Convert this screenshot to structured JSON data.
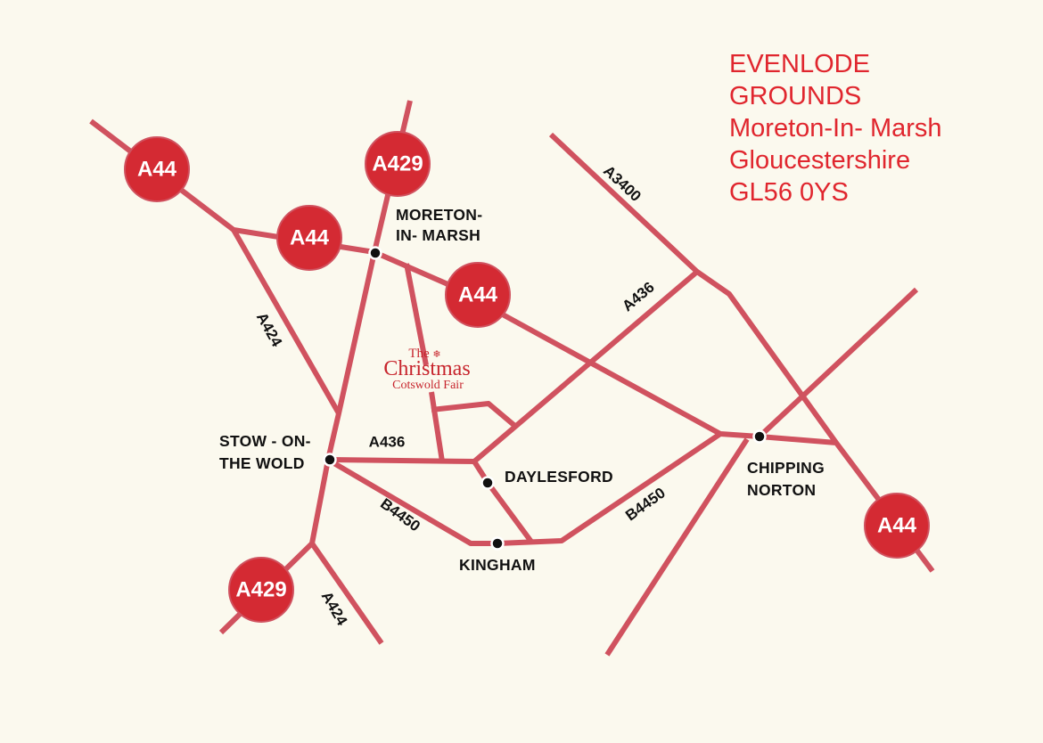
{
  "address": {
    "lines": [
      "EVENLODE",
      "GROUNDS",
      "Moreton-In- Marsh",
      "Gloucestershire",
      "GL56 0YS"
    ]
  },
  "road_badges": {
    "a44_nw": "A44",
    "a429_north": "A429",
    "a44_west": "A44",
    "a44_east": "A44",
    "a429_south": "A429",
    "a44_se": "A44"
  },
  "road_labels": {
    "a424_north": "A424",
    "a424_south": "A424",
    "a3400": "A3400",
    "a436_east": "A436",
    "a436_west": "A436",
    "b4450_west": "B4450",
    "b4450_east": "B4450"
  },
  "places": {
    "moreton": [
      "MORETON-",
      "IN- MARSH"
    ],
    "stow": [
      "STOW - ON-",
      "THE WOLD"
    ],
    "daylesford": [
      "DAYLESFORD"
    ],
    "kingham": [
      "KINGHAM"
    ],
    "chipping": [
      "CHIPPING",
      "NORTON"
    ]
  },
  "logo": {
    "the": "The",
    "christmas": "Christmas",
    "fair": "Cotswold Fair"
  },
  "colors": {
    "background": "#fbf9ee",
    "road": "#d0525f",
    "badge": "#d42a33",
    "address_text": "#e0262e",
    "label_text": "#111111"
  }
}
